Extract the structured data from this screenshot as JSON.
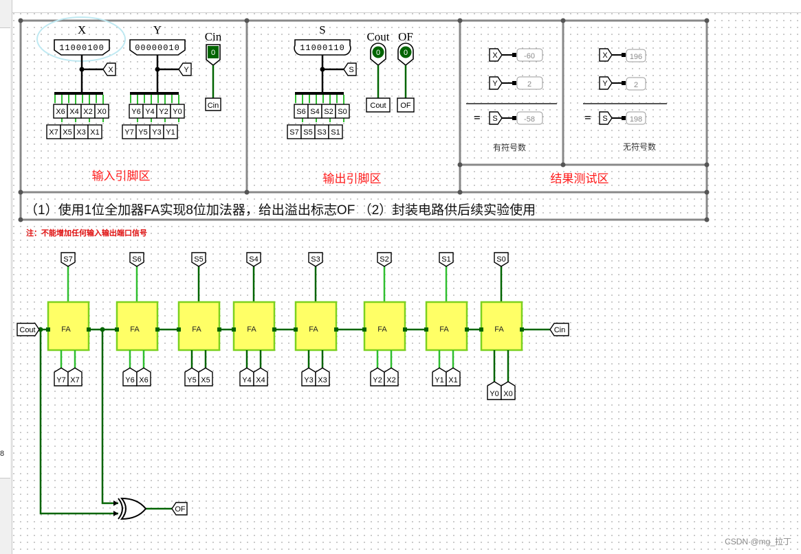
{
  "zones": {
    "input": "输入引脚区",
    "output": "输出引脚区",
    "result": "结果测试区"
  },
  "description": "（1）使用1位全加器FA实现8位加法器，给出溢出标志OF （2）封装电路供后续实验使用",
  "note": "注：不能增加任何输入输出端口信号",
  "inputs": {
    "x": {
      "label": "X",
      "value": "11000100",
      "tunnel": "X"
    },
    "y": {
      "label": "Y",
      "value": "00000010",
      "tunnel": "Y"
    },
    "cin": {
      "label": "Cin",
      "value": "0",
      "tunnel": "Cin"
    }
  },
  "x_bits_top": [
    "X6",
    "X4",
    "X2",
    "X0"
  ],
  "x_bits_bottom": [
    "X7",
    "X5",
    "X3",
    "X1"
  ],
  "y_bits_top": [
    "Y6",
    "Y4",
    "Y2",
    "Y0"
  ],
  "y_bits_bottom": [
    "Y7",
    "Y5",
    "Y3",
    "Y1"
  ],
  "outputs": {
    "s": {
      "label": "S",
      "value": "11000110",
      "tunnel": "S"
    },
    "cout": {
      "label": "Cout",
      "value": "0",
      "tunnel": "Cout"
    },
    "of": {
      "label": "OF",
      "value": "0",
      "tunnel": "OF"
    }
  },
  "s_bits_top": [
    "S6",
    "S4",
    "S2",
    "S0"
  ],
  "s_bits_bottom": [
    "S7",
    "S5",
    "S3",
    "S1"
  ],
  "signed_test": {
    "x": {
      "tunnel": "X",
      "value": "-60"
    },
    "y": {
      "tunnel": "Y",
      "value": "2"
    },
    "s": {
      "tunnel": "S",
      "value": "-58"
    },
    "equals": "=",
    "caption": "有符号数"
  },
  "unsigned_test": {
    "x": {
      "tunnel": "X",
      "value": "196"
    },
    "y": {
      "tunnel": "Y",
      "value": "2"
    },
    "s": {
      "tunnel": "S",
      "value": "198"
    },
    "equals": "=",
    "caption": "无符号数"
  },
  "adders": [
    {
      "label": "FA",
      "sum": "S7",
      "y": "Y7",
      "x": "X7"
    },
    {
      "label": "FA",
      "sum": "S6",
      "y": "Y6",
      "x": "X6"
    },
    {
      "label": "FA",
      "sum": "S5",
      "y": "Y5",
      "x": "X5"
    },
    {
      "label": "FA",
      "sum": "S4",
      "y": "Y4",
      "x": "X4"
    },
    {
      "label": "FA",
      "sum": "S3",
      "y": "Y3",
      "x": "X3"
    },
    {
      "label": "FA",
      "sum": "S2",
      "y": "Y2",
      "x": "X2"
    },
    {
      "label": "FA",
      "sum": "S1",
      "y": "Y1",
      "x": "X1"
    },
    {
      "label": "FA",
      "sum": "S0",
      "y": "Y0",
      "x": "X0"
    }
  ],
  "chain": {
    "cout": "Cout",
    "cin": "Cin",
    "of": "OF"
  },
  "left_strip_number": "8",
  "watermark": "CSDN @mg_拉丁",
  "colors": {
    "wire_active": "#2fbf2f",
    "wire_dark": "#006400",
    "fa_fill": "#ffff66",
    "fa_border": "#7cd11f",
    "zone_title": "#ff1a1a",
    "probe_text": "#8a8a8a"
  }
}
